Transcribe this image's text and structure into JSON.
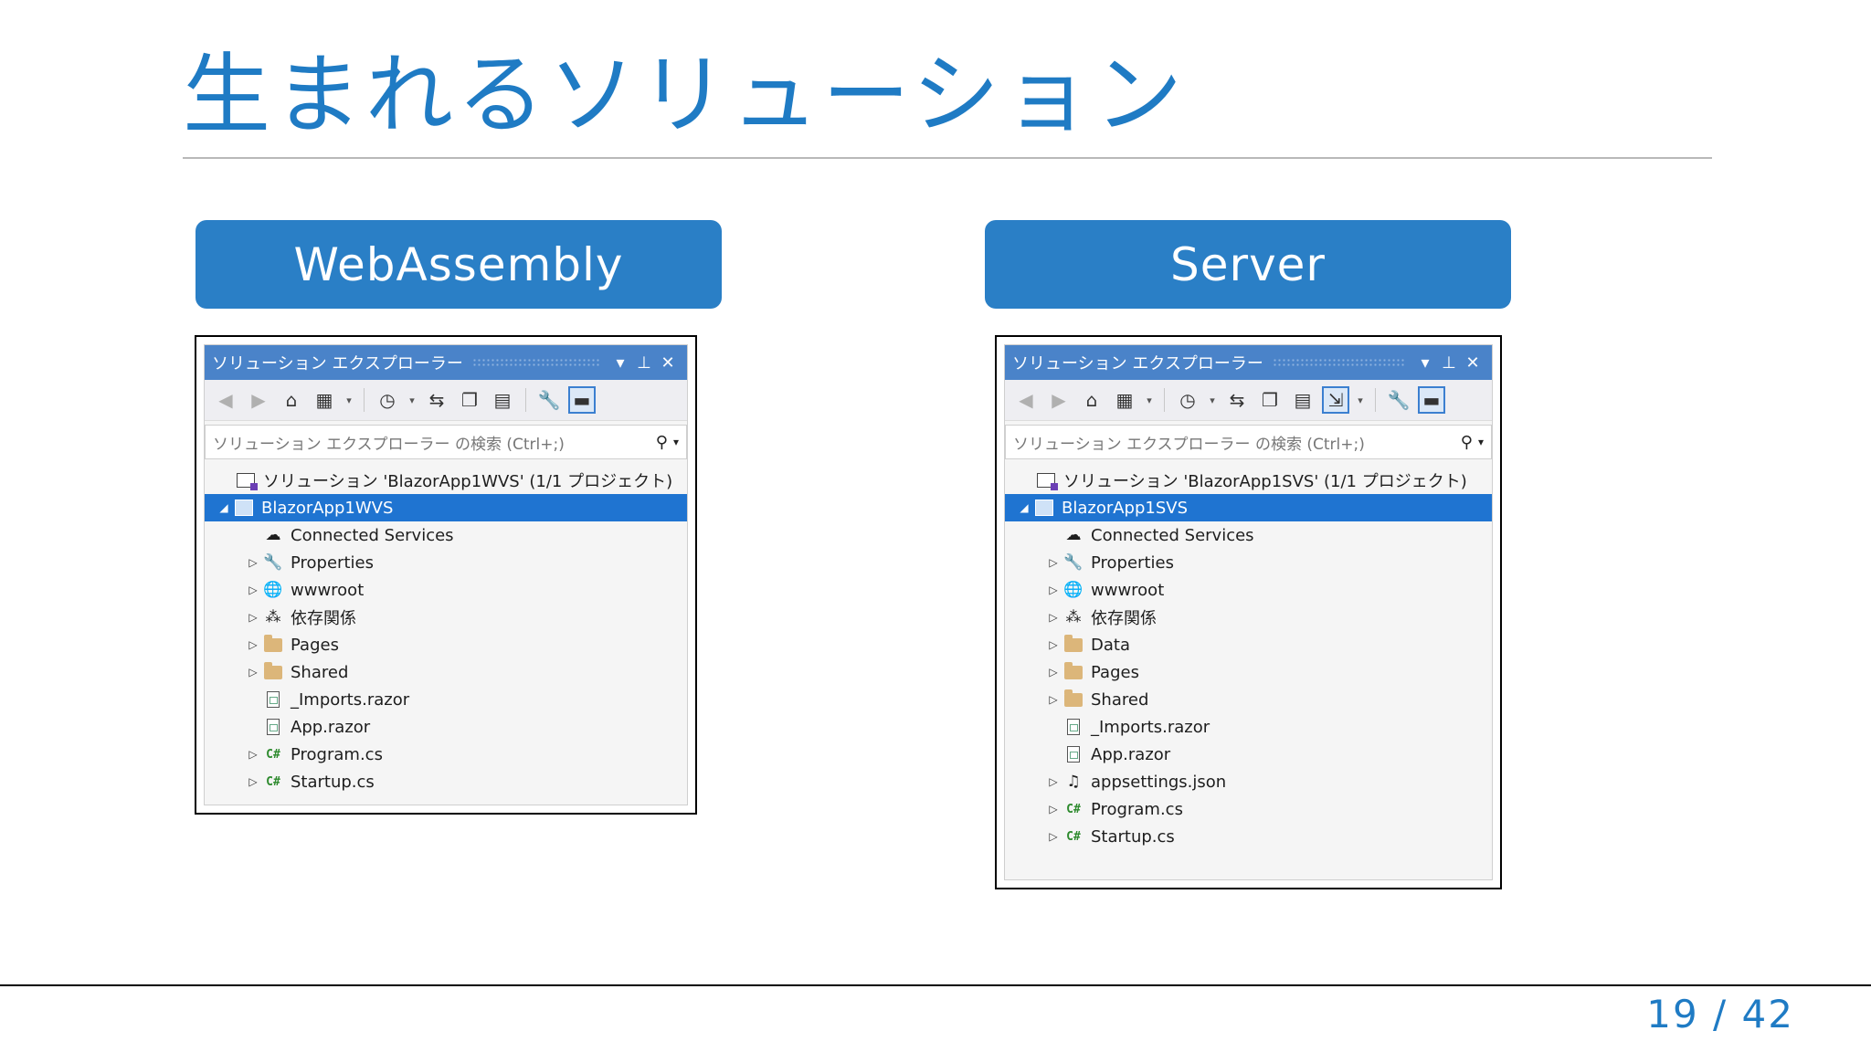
{
  "slide": {
    "title": "生まれるソリューション",
    "page": "19 / 42"
  },
  "left": {
    "header": "WebAssembly",
    "explorer": {
      "title": "ソリューション エクスプローラー",
      "search_placeholder": "ソリューション エクスプローラー の検索 (Ctrl+;)",
      "solution": "ソリューション 'BlazorApp1WVS' (1/1 プロジェクト)",
      "project": "BlazorApp1WVS",
      "items": [
        {
          "label": "Connected Services",
          "icon": "connected-services-icon",
          "arrow": false
        },
        {
          "label": "Properties",
          "icon": "wrench-icon",
          "arrow": true
        },
        {
          "label": "wwwroot",
          "icon": "globe-icon",
          "arrow": true
        },
        {
          "label": "依存関係",
          "icon": "dependencies-icon",
          "arrow": true
        },
        {
          "label": "Pages",
          "icon": "folder-icon",
          "arrow": true
        },
        {
          "label": "Shared",
          "icon": "folder-icon",
          "arrow": true
        },
        {
          "label": "_Imports.razor",
          "icon": "razor-file-icon",
          "arrow": false
        },
        {
          "label": "App.razor",
          "icon": "razor-file-icon",
          "arrow": false
        },
        {
          "label": "Program.cs",
          "icon": "csharp-file-icon",
          "arrow": true
        },
        {
          "label": "Startup.cs",
          "icon": "csharp-file-icon",
          "arrow": true
        }
      ]
    }
  },
  "right": {
    "header": "Server",
    "explorer": {
      "title": "ソリューション エクスプローラー",
      "search_placeholder": "ソリューション エクスプローラー の検索 (Ctrl+;)",
      "solution": "ソリューション 'BlazorApp1SVS' (1/1 プロジェクト)",
      "project": "BlazorApp1SVS",
      "items": [
        {
          "label": "Connected Services",
          "icon": "connected-services-icon",
          "arrow": false
        },
        {
          "label": "Properties",
          "icon": "wrench-icon",
          "arrow": true
        },
        {
          "label": "wwwroot",
          "icon": "globe-icon",
          "arrow": true
        },
        {
          "label": "依存関係",
          "icon": "dependencies-icon",
          "arrow": true
        },
        {
          "label": "Data",
          "icon": "folder-icon",
          "arrow": true
        },
        {
          "label": "Pages",
          "icon": "folder-icon",
          "arrow": true
        },
        {
          "label": "Shared",
          "icon": "folder-icon",
          "arrow": true
        },
        {
          "label": "_Imports.razor",
          "icon": "razor-file-icon",
          "arrow": false
        },
        {
          "label": "App.razor",
          "icon": "razor-file-icon",
          "arrow": false
        },
        {
          "label": "appsettings.json",
          "icon": "json-file-icon",
          "arrow": true
        },
        {
          "label": "Program.cs",
          "icon": "csharp-file-icon",
          "arrow": true
        },
        {
          "label": "Startup.cs",
          "icon": "csharp-file-icon",
          "arrow": true
        }
      ]
    }
  },
  "colors": {
    "accent": "#1f7bc4",
    "header_bg": "#2a7fc6",
    "selection": "#1f74d1",
    "titlebar": "#4a83c9"
  }
}
